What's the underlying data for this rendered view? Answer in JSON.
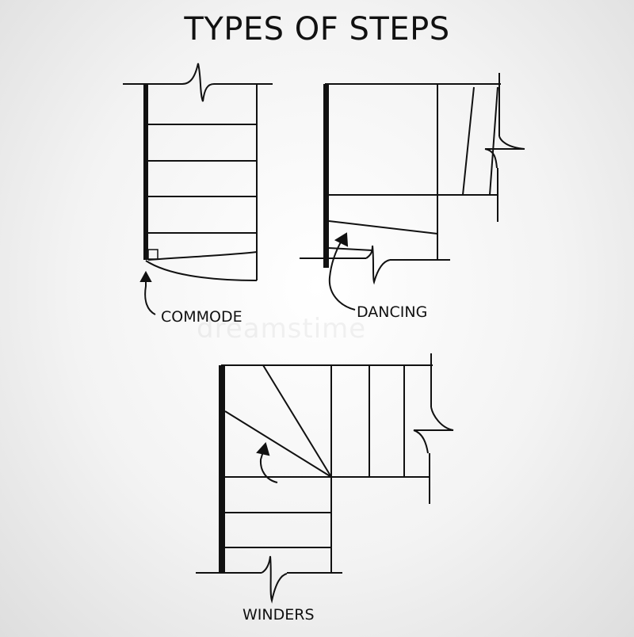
{
  "title": "TYPES OF STEPS",
  "labels": {
    "commode": "COMMODE",
    "dancing": "DANCING",
    "winders": "WINDERS"
  },
  "colors": {
    "line": "#111111",
    "background": "#f2f2f2"
  }
}
